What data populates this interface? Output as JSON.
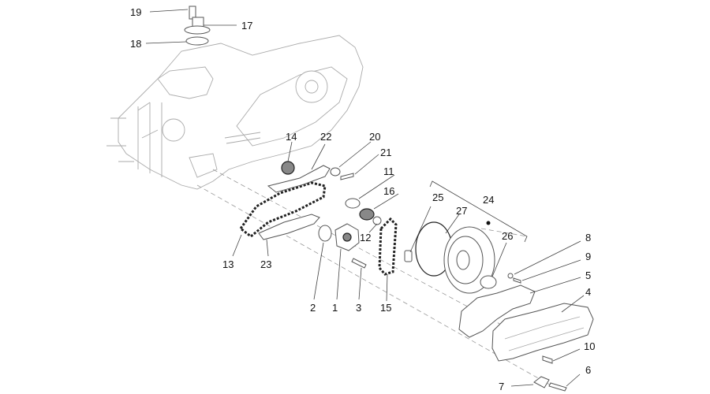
{
  "labels": {
    "l1": "1",
    "l2": "2",
    "l3": "3",
    "l4": "4",
    "l5": "5",
    "l6": "6",
    "l7": "7",
    "l8": "8",
    "l9": "9",
    "l10": "10",
    "l11": "11",
    "l12": "12",
    "l13": "13",
    "l14": "14",
    "l15": "15",
    "l16": "16",
    "l17": "17",
    "l18": "18",
    "l19": "19",
    "l20": "20",
    "l21": "21",
    "l22": "22",
    "l23": "23",
    "l24": "24",
    "l25": "25",
    "l26": "26",
    "l27": "27"
  },
  "colors": {
    "line": "#555555",
    "light": "#aaaaaa",
    "text": "#111111"
  }
}
